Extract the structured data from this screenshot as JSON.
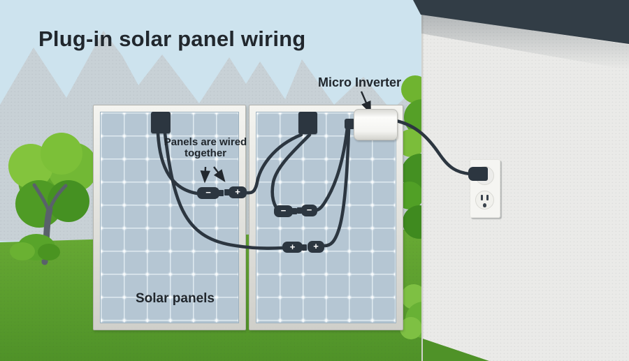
{
  "title": "Plug-in solar panel wiring",
  "labels": {
    "micro_inverter": "Micro Inverter",
    "panels_wired_together": "Panels are wired together",
    "solar_panels": "Solar panels"
  },
  "connectors": {
    "panel1_negative": "−",
    "panel1_positive": "+",
    "panel2_negative_left": "−",
    "panel2_negative_right": "−",
    "panel2_positive_left": "+",
    "panel2_positive_right": "+"
  },
  "colors": {
    "sky": "#cde3ee",
    "mountains": "#c8d1d6",
    "grass": "#5c9f2f",
    "tree_green": "#64ad2e",
    "wall": "#eaeae8",
    "roof": "#323d46",
    "panel_cell": "#b5c6d3",
    "panel_grid": "#dfeaf0",
    "wire": "#2c3640",
    "text": "#21272d"
  }
}
